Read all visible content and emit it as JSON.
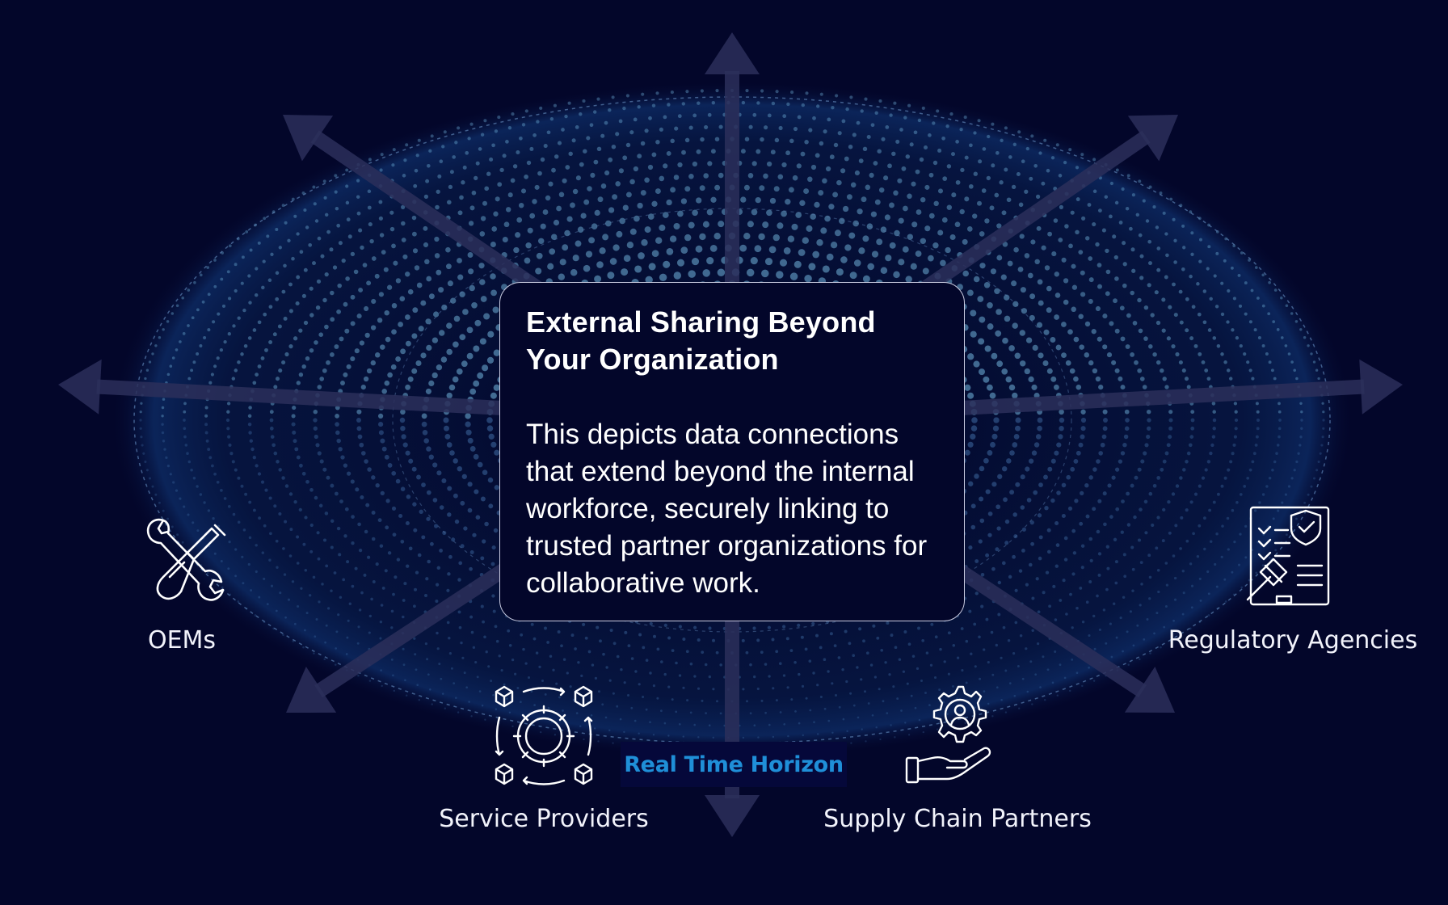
{
  "card": {
    "title": "External Sharing Beyond Your Organization",
    "body": "This depicts data connections that extend beyond the internal workforce, securely linking to trusted partner organizations for collaborative work."
  },
  "nodes": {
    "oems": {
      "label": "OEMs",
      "icon": "wrench-screwdriver-icon"
    },
    "regulatory": {
      "label": "Regulatory Agencies",
      "icon": "checklist-shield-gavel-icon"
    },
    "service": {
      "label": "Service Providers",
      "icon": "gear-cubes-cycle-icon"
    },
    "supply": {
      "label": "Supply Chain Partners",
      "icon": "hand-gear-person-icon"
    }
  },
  "horizon_label": "Real Time Horizon",
  "colors": {
    "background": "#03062a",
    "accent_blue": "#1f8fd8",
    "arrow": "#2b2f5a",
    "text": "#ffffff"
  }
}
